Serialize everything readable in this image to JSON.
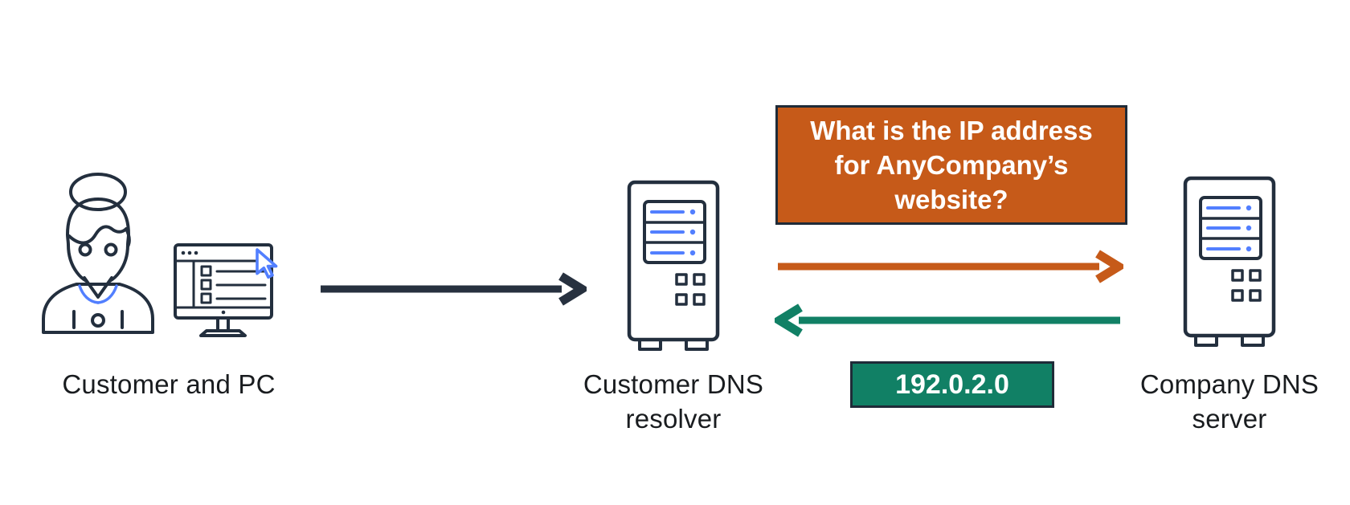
{
  "canvas": {
    "background": "#FFFFFF"
  },
  "nodes": {
    "customer": {
      "label": "Customer and PC",
      "icon": "woman-user-and-browser-monitor"
    },
    "resolver": {
      "label_lines": [
        "Customer DNS",
        "resolver"
      ],
      "icon": "server-tower"
    },
    "company": {
      "label_lines": [
        "Company DNS",
        "server"
      ],
      "icon": "server-tower"
    }
  },
  "callouts": {
    "query": {
      "lines": [
        "What is the IP address",
        "for AnyCompany’s",
        "website?"
      ],
      "fill": "#C65A19",
      "border": "#1F2B38",
      "text_color": "#FFFFFF"
    },
    "answer": {
      "text": "192.0.2.0",
      "fill": "#118065",
      "border": "#1F2B38",
      "text_color": "#FFFFFF"
    }
  },
  "arrows": [
    {
      "name": "customer-to-resolver",
      "from": "Customer and PC",
      "to": "Customer DNS resolver",
      "direction": "right",
      "color": "#27313F"
    },
    {
      "name": "resolver-to-company-query",
      "from": "Customer DNS resolver",
      "to": "Company DNS server",
      "direction": "right",
      "color": "#C65A19"
    },
    {
      "name": "company-to-resolver-answer",
      "from": "Company DNS server",
      "to": "Customer DNS resolver",
      "direction": "left",
      "color": "#118065"
    }
  ],
  "accent_colors": {
    "outline_navy": "#232F3E",
    "detail_blue": "#527FFF",
    "label_text": "#191C1F"
  }
}
